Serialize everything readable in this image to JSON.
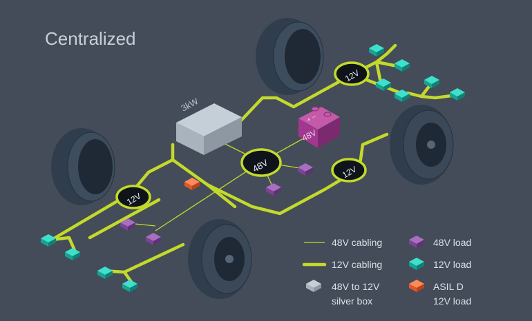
{
  "title": "Centralized",
  "silver_box_label": "3kW",
  "battery_label": "48V",
  "battery_terminals": "+ −",
  "hub_48v_label": "48V",
  "hub_12v_labels": [
    "12V",
    "12V",
    "12V"
  ],
  "legend": {
    "cabling_48v": "48V cabling",
    "cabling_12v": "12V cabling",
    "silver_box_line1": "48V to 12V",
    "silver_box_line2": "silver box",
    "load_48v": "48V load",
    "load_12v": "12V load",
    "asil_line1": "ASIL D",
    "asil_line2": "12V load"
  },
  "colors": {
    "background": "#444c59",
    "cable_12v": "#c3da2b",
    "cable_48v": "#c3da2b",
    "load_48v": "#8a4f9e",
    "load_12v": "#1fb5a4",
    "asil_load": "#e8612c",
    "silver_box": "#aeb9c3",
    "battery": "#86307f",
    "tire": "#2a3746"
  }
}
